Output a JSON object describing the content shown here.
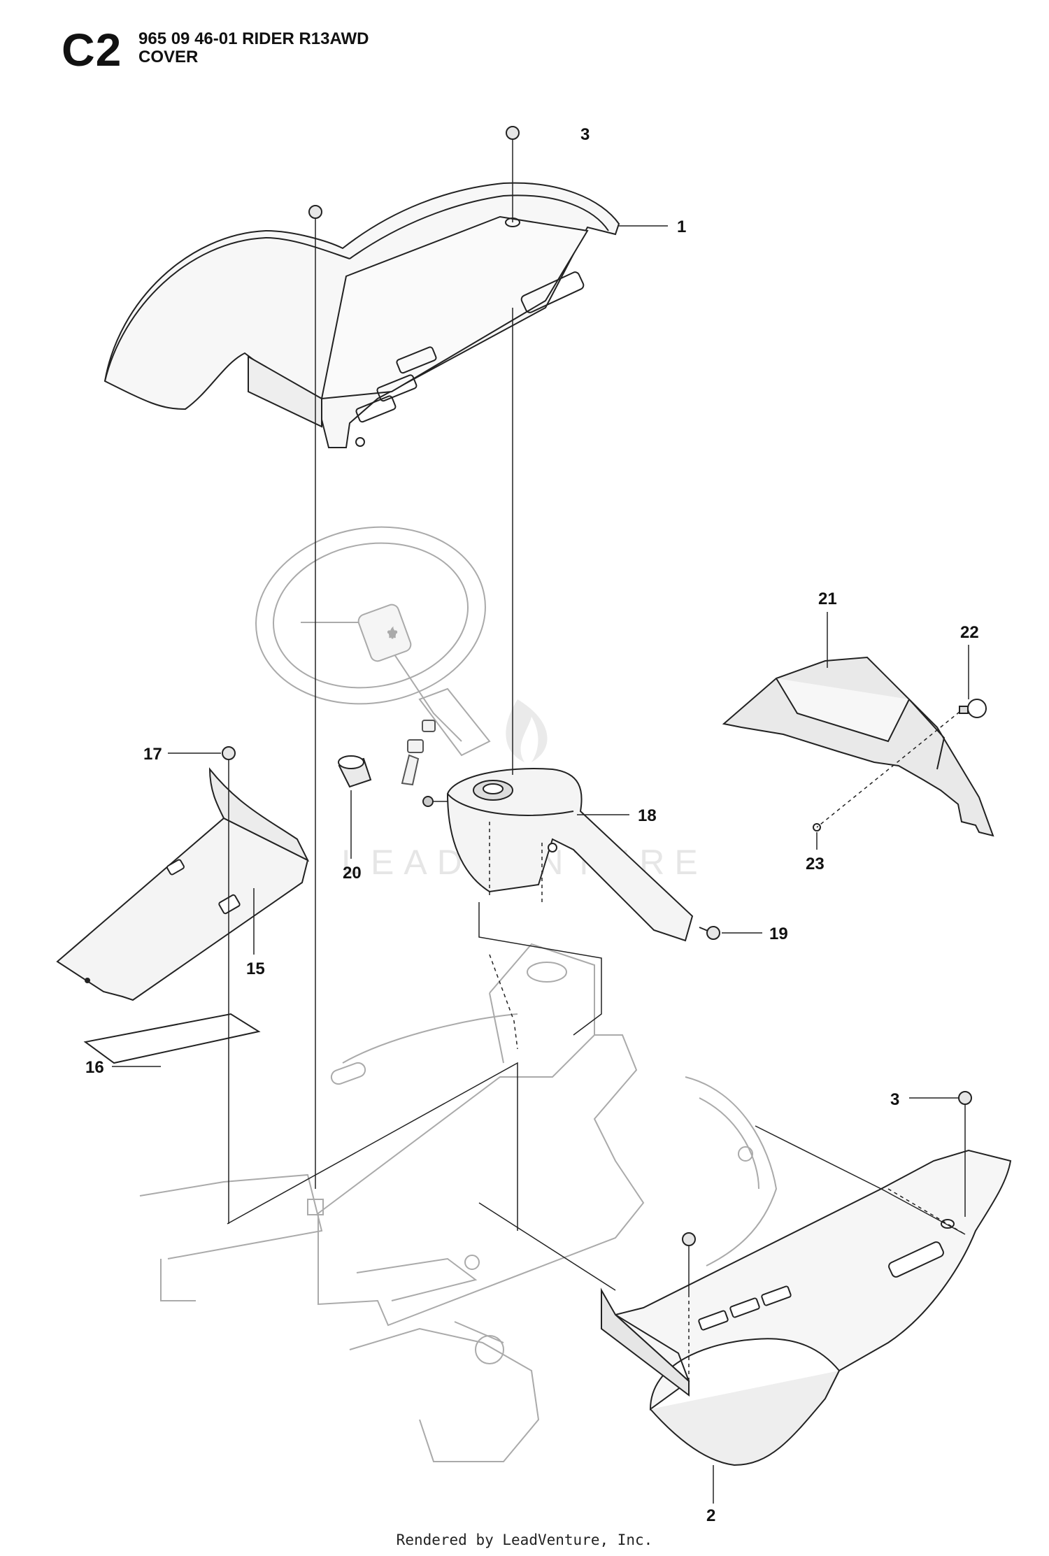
{
  "header": {
    "section_code": "C2",
    "model_line": "965 09 46-01 RIDER R13AWD",
    "assembly_name": "COVER"
  },
  "callouts": [
    "1",
    "2",
    "3",
    "3",
    "15",
    "16",
    "17",
    "18",
    "19",
    "20",
    "21",
    "22",
    "23"
  ],
  "watermark": {
    "text": "LEADVENTURE"
  },
  "footer": {
    "text": "Rendered by LeadVenture, Inc."
  }
}
